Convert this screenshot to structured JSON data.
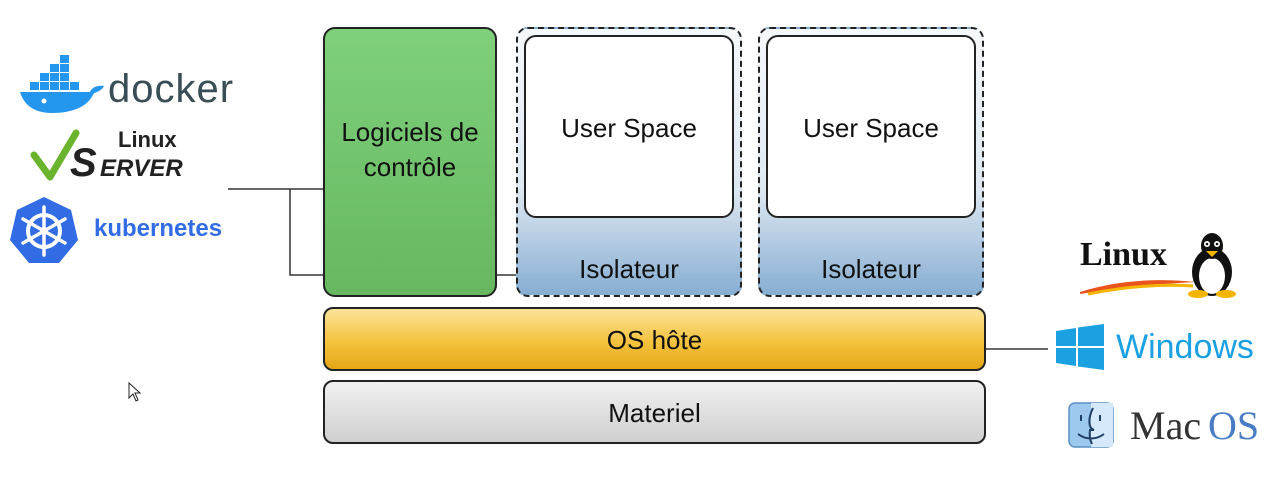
{
  "diagram": {
    "control_software": "Logiciels de contrôle",
    "containers": [
      {
        "user_space": "User Space",
        "isolator": "Isolateur"
      },
      {
        "user_space": "User Space",
        "isolator": "Isolateur"
      }
    ],
    "host_os": "OS hôte",
    "hardware": "Materiel"
  },
  "left_logos": {
    "docker": "docker",
    "linuxserver_top": "Linux",
    "linuxserver_s": "S",
    "linuxserver_rest": "ERVER",
    "kubernetes": "kubernetes"
  },
  "right_logos": {
    "linux": "Linux",
    "windows": "Windows",
    "macos_mac": "Mac",
    "macos_os": "OS"
  },
  "colors": {
    "control": "#6cbf66",
    "host_os": "#f4c33d",
    "hardware": "#d9d9d9",
    "isolator": "#86aed2",
    "docker": "#2496ed",
    "kubernetes": "#326ce5",
    "windows": "#1ba1e2",
    "linuxserver_check": "#6ab42d"
  }
}
